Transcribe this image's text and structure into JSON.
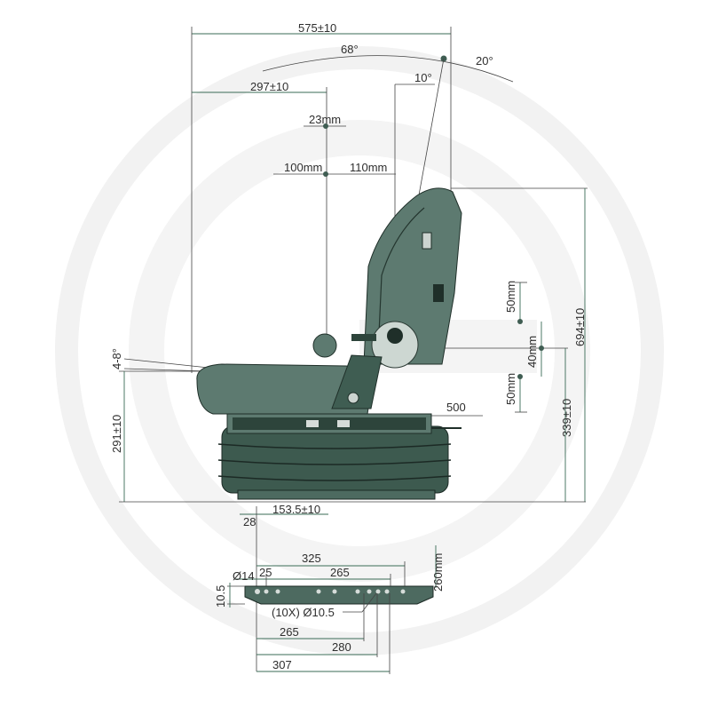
{
  "dimensions": {
    "overall_width": "575±10",
    "angle_arc_top": "68°",
    "angle_back_right": "20°",
    "angle_back_left": "10°",
    "depth_to_center": "297±10",
    "adjust_23": "23mm",
    "adjust_100": "100mm",
    "adjust_110": "110mm",
    "cushion_angle": "4-8°",
    "seat_height": "291±10",
    "total_height": "694±10",
    "suspension_height": "339±10",
    "vertical_50_top": "50mm",
    "vertical_40": "40mm",
    "vertical_50_bottom": "50mm",
    "slide_500": "500",
    "base_offset": "153.5±10",
    "base_28": "28",
    "rail_325": "325",
    "hole_dia": "Ø14",
    "rail_25": "25",
    "rail_265_top": "265",
    "rail_260": "260mm",
    "plate_10_5": "10.5",
    "holes_note": "(10X) Ø10.5",
    "rail_265_bottom": "265",
    "rail_280": "280",
    "rail_307": "307"
  },
  "colors": {
    "seat": "#3f5d52",
    "dimension_lines": "#3a6b56",
    "watermark": "#f1f1f1"
  }
}
